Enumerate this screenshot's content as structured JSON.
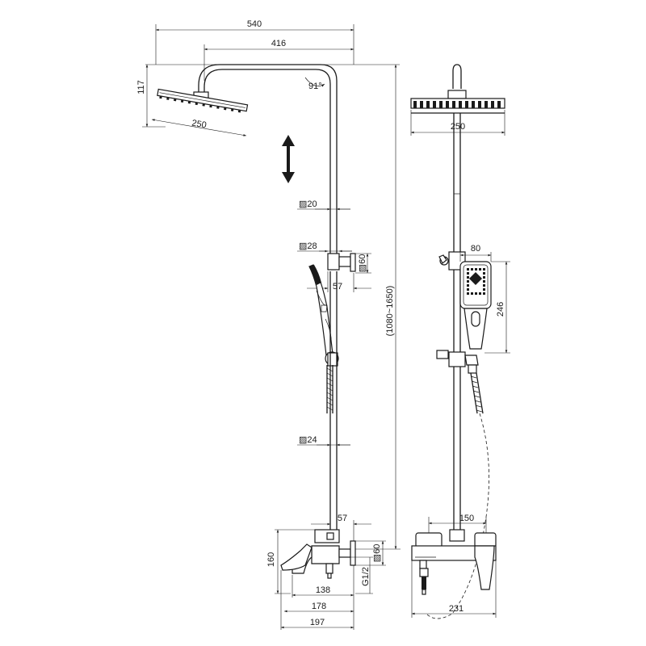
{
  "side_view": {
    "dim_overall_width": "540",
    "dim_arm_width": "416",
    "dim_head_height": "117",
    "dim_head_size": "250",
    "dim_angle": "91°",
    "dim_pipe_upper": "▨20",
    "dim_pipe_mid": "▨28",
    "dim_bracket_size": "▨60",
    "dim_bracket_offset": "57",
    "dim_height_range": "(1080~1650)",
    "dim_pipe_lower": "▨24",
    "dim_mixer_offset": "57",
    "dim_mixer_height": "160",
    "dim_mixer_flange": "▨60",
    "dim_thread": "G1/2",
    "dim_spout_138": "138",
    "dim_spout_178": "178",
    "dim_spout_197": "197"
  },
  "front_view": {
    "dim_head_width": "250",
    "dim_hand_width": "80",
    "dim_hand_length": "246",
    "dim_mixer_centres": "150",
    "dim_mixer_width": "231"
  },
  "icons": [
    "adjust-height-arrow-icon"
  ]
}
